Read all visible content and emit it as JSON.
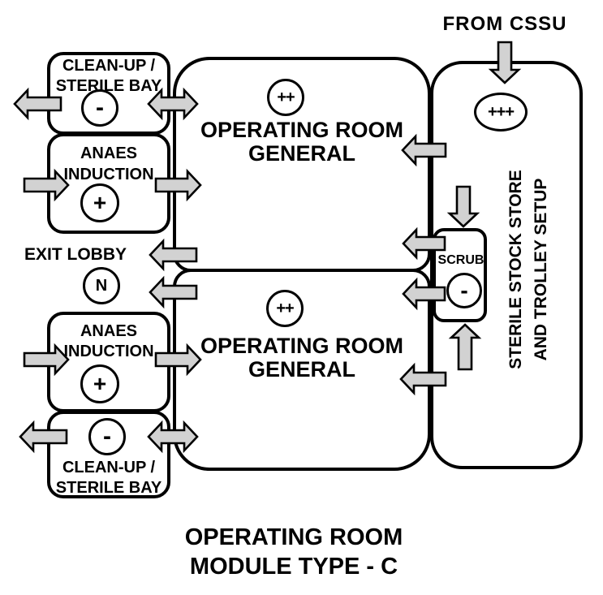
{
  "diagram": {
    "title_line1": "OPERATING ROOM",
    "title_line2": "MODULE TYPE - C"
  },
  "labels": {
    "from_cssu": "FROM CSSU",
    "exit_lobby": "EXIT LOBBY"
  },
  "rooms": {
    "cleanup_top": {
      "name_line1": "CLEAN-UP /",
      "name_line2": "STERILE BAY",
      "pressure": "-"
    },
    "anaes_top": {
      "name_line1": "ANAES",
      "name_line2": "INDUCTION",
      "pressure": "+"
    },
    "or_top": {
      "name_line1": "OPERATING ROOM",
      "name_line2": "GENERAL",
      "pressure": "++"
    },
    "or_bottom": {
      "name_line1": "OPERATING ROOM",
      "name_line2": "GENERAL",
      "pressure": "++"
    },
    "anaes_bottom": {
      "name_line1": "ANAES",
      "name_line2": "INDUCTION",
      "pressure": "+"
    },
    "cleanup_bottom": {
      "name_line1": "CLEAN-UP /",
      "name_line2": "STERILE BAY",
      "pressure": "-"
    },
    "scrub": {
      "name": "SCRUB",
      "pressure": "-"
    },
    "sterile_store": {
      "name_line1": "STERILE STOCK STORE",
      "name_line2": "AND TROLLEY SETUP",
      "pressure": "+++"
    },
    "exit_lobby_pressure": "N"
  },
  "colors": {
    "arrow_fill": "#d2d2d2",
    "line": "#000000",
    "background": "#ffffff"
  }
}
